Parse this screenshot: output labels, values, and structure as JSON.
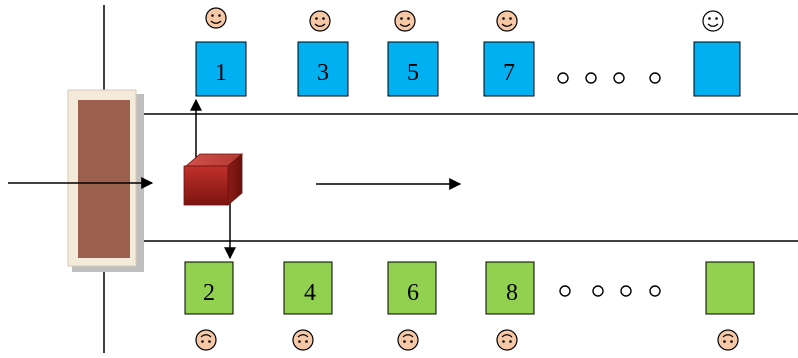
{
  "colors": {
    "top_station": "#00b0f0",
    "bottom_station": "#92d050",
    "feeder": "#9b5f4e",
    "box": "#a4201c",
    "line": "#000000",
    "face": "#f6c8a6"
  },
  "top_stations": [
    {
      "label": "1"
    },
    {
      "label": "3"
    },
    {
      "label": "5"
    },
    {
      "label": "7"
    },
    {
      "label": ""
    }
  ],
  "bottom_stations": [
    {
      "label": "2"
    },
    {
      "label": "4"
    },
    {
      "label": "6"
    },
    {
      "label": "8"
    },
    {
      "label": ""
    }
  ],
  "icons": {
    "top_worker": "smiling-face-icon",
    "bottom_worker": "frowning-face-icon",
    "package": "red-box-icon",
    "ellipsis": "ellipsis-circles-icon"
  }
}
